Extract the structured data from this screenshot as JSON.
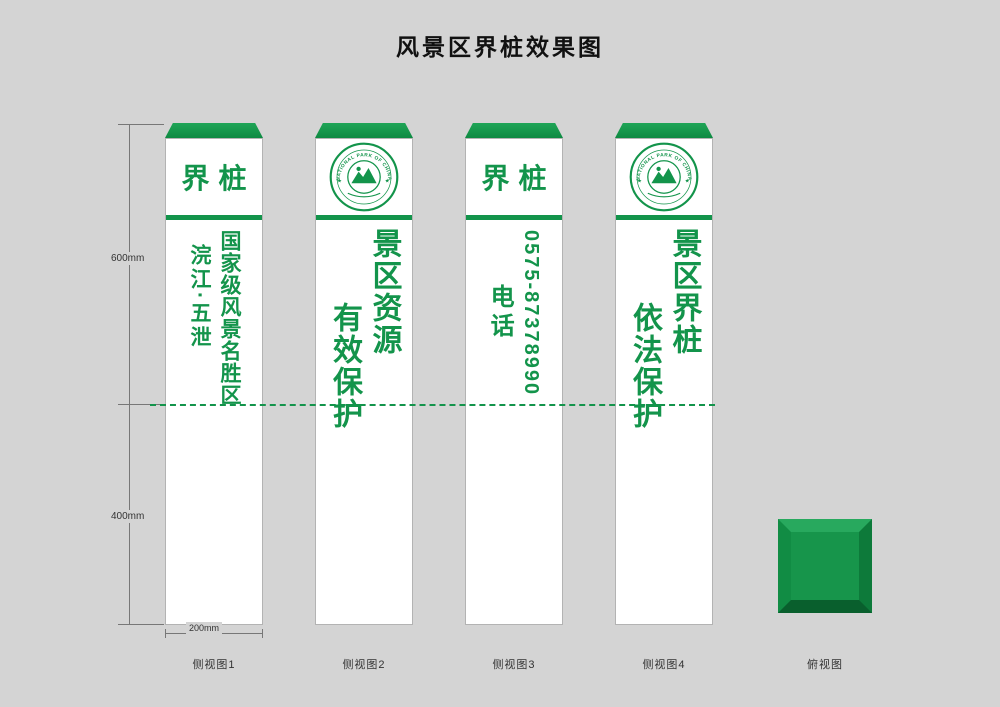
{
  "title": "风景区界桩效果图",
  "colors": {
    "green": "#13944b",
    "background": "#d4d4d4",
    "pillar": "#ffffff"
  },
  "dimensions": {
    "upper_height": "600mm",
    "lower_height": "400mm",
    "width": "200mm"
  },
  "pillars": [
    {
      "label": "侧视图1",
      "header": "界桩",
      "emblem_text": "",
      "columns": [
        "国家级风景名胜区",
        "浣江·五泄"
      ]
    },
    {
      "label": "侧视图2",
      "header": "",
      "emblem_text": "NATIONAL PARK OF CHINA",
      "columns": [
        "景区资源",
        "有效保护"
      ]
    },
    {
      "label": "侧视图3",
      "header": "界桩",
      "emblem_text": "",
      "columns": [
        "0575-87378990",
        "电话"
      ]
    },
    {
      "label": "侧视图4",
      "header": "",
      "emblem_text": "NATIONAL PARK OF CHINA",
      "columns": [
        "景区界桩",
        "依法保护"
      ]
    }
  ],
  "top_view": {
    "label": "俯视图"
  }
}
